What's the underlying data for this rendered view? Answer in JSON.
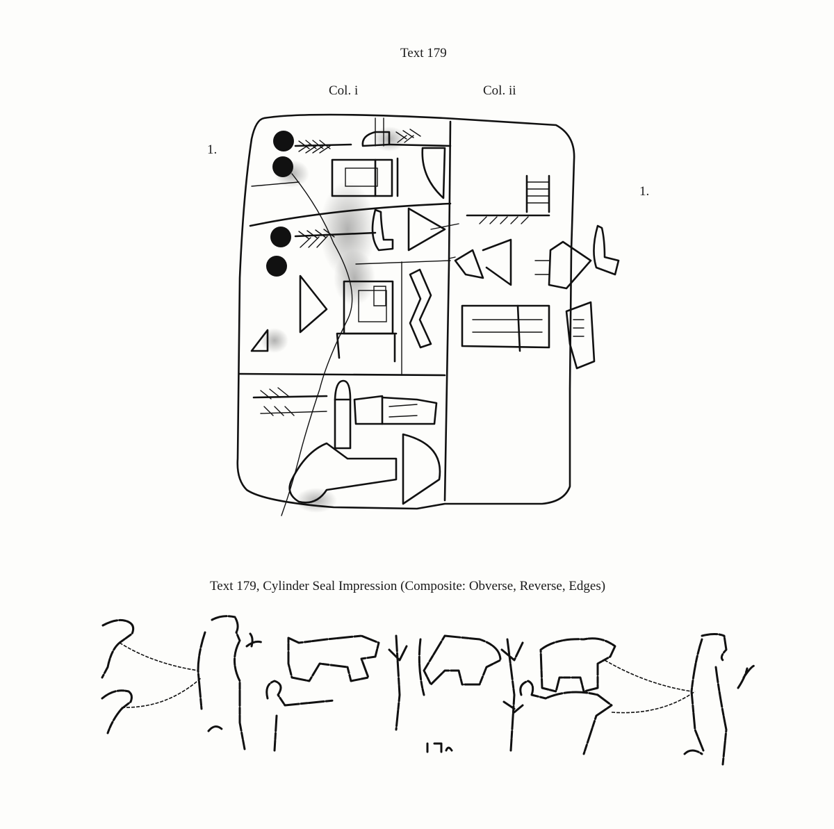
{
  "document": {
    "title": "Text 179",
    "column_labels": [
      "Col. i",
      "Col. ii"
    ],
    "line_markers": {
      "col_i": "1.",
      "col_ii": "1."
    },
    "figures": [
      {
        "name": "tablet-drawing",
        "description": "Hand-copy of proto-cuneiform tablet with two columns, numerical signs (dots) and pictographic signs"
      },
      {
        "name": "seal-impression-drawing",
        "caption": "Text 179, Cylinder Seal Impression (Composite: Obverse, Reverse, Edges)",
        "description": "Line drawing of figures leading animals on ropes, with trees and spirals"
      }
    ]
  }
}
